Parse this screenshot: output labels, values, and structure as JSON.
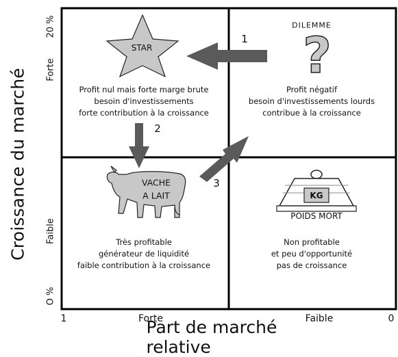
{
  "axes": {
    "y_label": "Croissance du marché",
    "x_label": "Part de marché relative",
    "y_top": "20 %",
    "y_upper": "Forte",
    "y_lower": "Faible",
    "y_bottom": "O %",
    "x_left": "1",
    "x_left_label": "Forte",
    "x_right_label": "Faible",
    "x_right": "0"
  },
  "quadrants": {
    "star": {
      "icon_label": "STAR",
      "lines": [
        "Profit nul mais forte marge brute",
        "besoin d'investissements",
        "forte contribution à la croissance"
      ]
    },
    "dilemme": {
      "icon_label": "DILEMME",
      "lines": [
        "Profit négatif",
        "besoin d'investissements lourds",
        "contribue à la croissance"
      ]
    },
    "vache": {
      "icon_label_1": "VACHE",
      "icon_label_2": "A LAIT",
      "lines": [
        "Très profitable",
        "générateur de liquidité",
        "faible contribution à la croissance"
      ]
    },
    "poids": {
      "icon_label": "POIDS MORT",
      "weight_label": "KG",
      "lines": [
        "Non profitable",
        "et peu d'opportunité",
        "pas de croissance"
      ]
    }
  },
  "arrows": [
    "1",
    "2",
    "3"
  ],
  "colors": {
    "icon_fill": "#c8c8c8",
    "arrow": "#5a5a5a",
    "line": "#000000"
  }
}
